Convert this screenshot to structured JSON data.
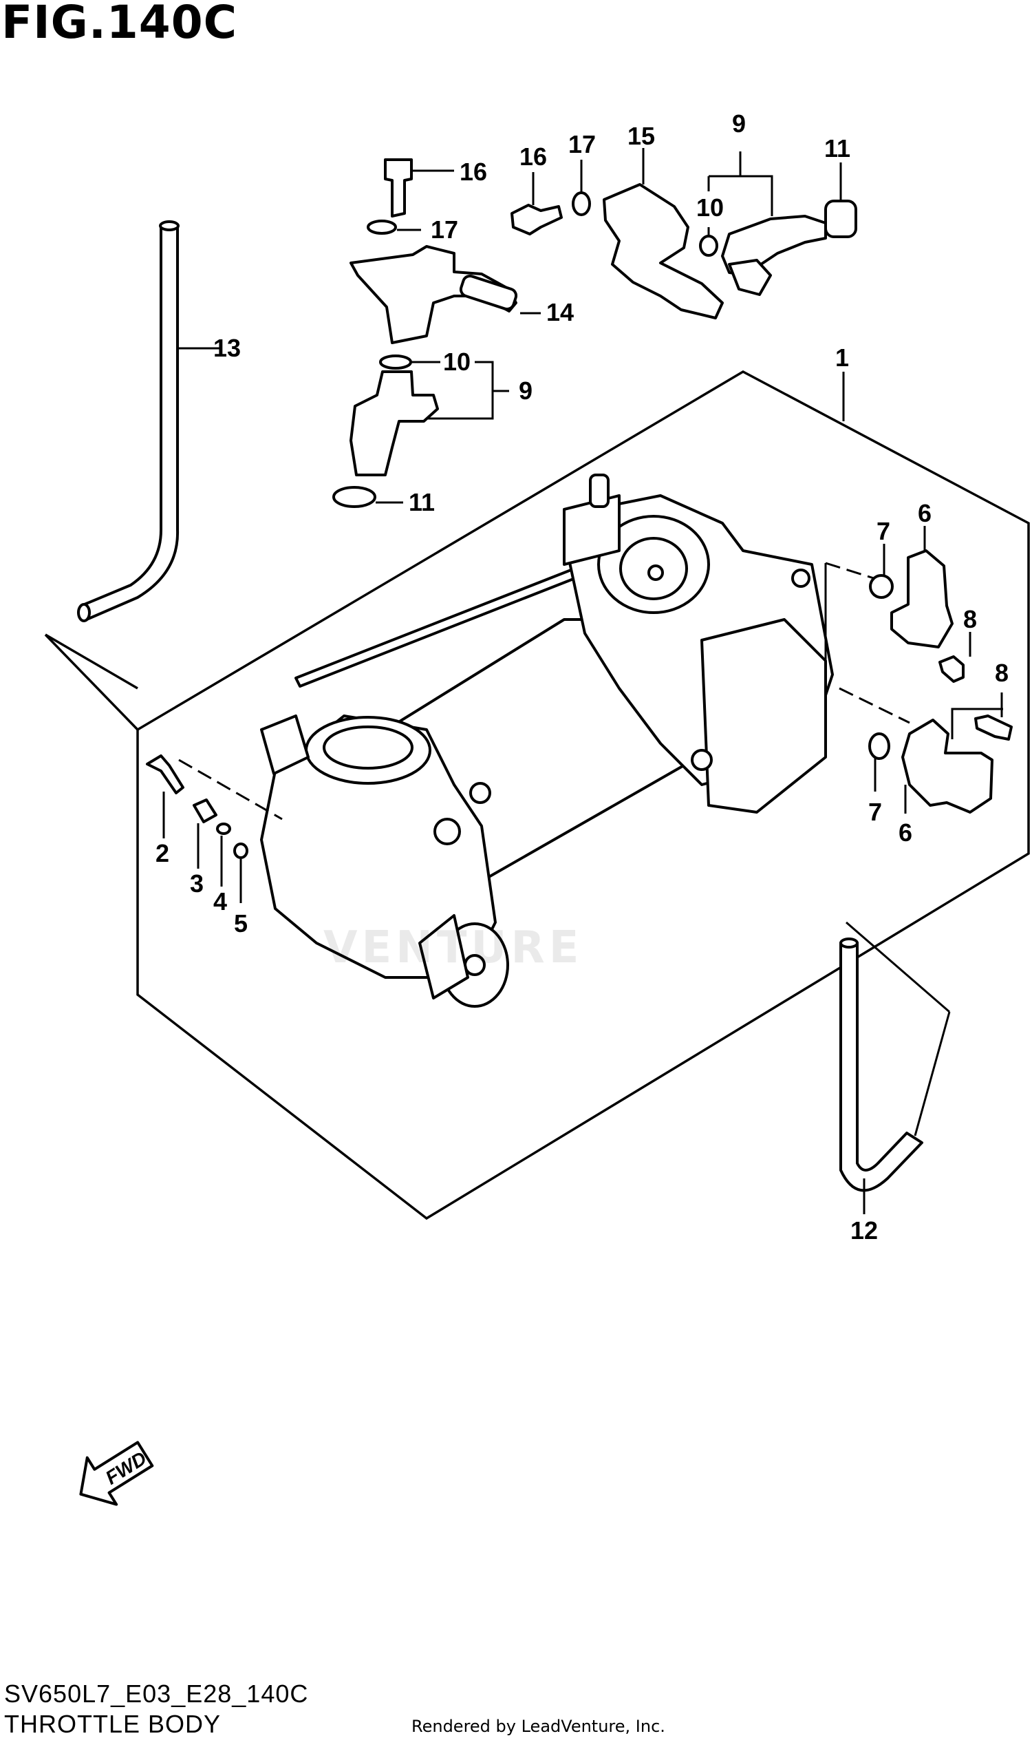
{
  "figure": {
    "title": "FIG.140C",
    "code": "SV650L7_E03_E28_140C",
    "name": "THROTTLE BODY",
    "credit": "Rendered by LeadVenture, Inc.",
    "watermark": "VENTURE",
    "fwd_label": "FWD"
  },
  "callouts": {
    "c1": "1",
    "c2": "2",
    "c3": "3",
    "c4": "4",
    "c5": "5",
    "c6a": "6",
    "c6b": "6",
    "c7a": "7",
    "c7b": "7",
    "c8a": "8",
    "c8b": "8",
    "c9a": "9",
    "c9b": "9",
    "c10a": "10",
    "c10b": "10",
    "c11a": "11",
    "c11b": "11",
    "c12": "12",
    "c13": "13",
    "c14": "14",
    "c15": "15",
    "c16": "16",
    "c17a": "17",
    "c17b": "17"
  }
}
